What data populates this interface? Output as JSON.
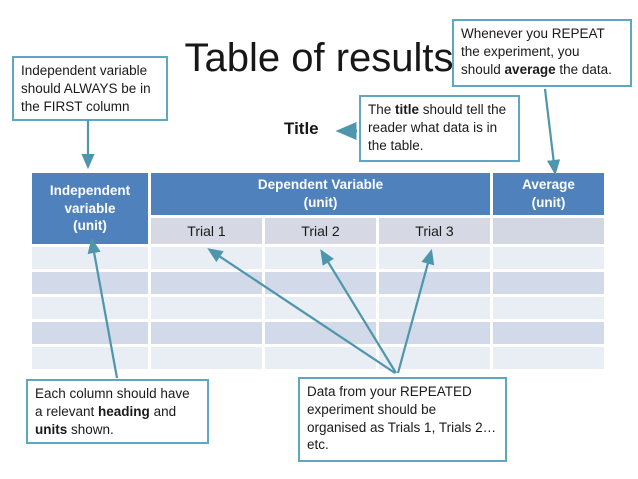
{
  "slide": {
    "title": "Table of results",
    "table_title_label": "Title"
  },
  "callouts": {
    "independent_first": {
      "text": "Independent variable should ALWAYS be in the FIRST column"
    },
    "repeat_average": {
      "pre": "Whenever you REPEAT the experiment, you should ",
      "bold": "average",
      "post": " the data."
    },
    "title_note": {
      "pre": "The ",
      "bold": "title",
      "post": " should tell the reader what data is in the table."
    },
    "heading_units": {
      "pre": "Each column should have a relevant ",
      "bold1": "heading",
      "mid": " and ",
      "bold2": "units",
      "post": " shown."
    },
    "repeated_trials": {
      "text": "Data from your REPEATED experiment should be organised as Trials 1, Trials 2… etc."
    }
  },
  "table": {
    "headers": {
      "independent": {
        "lines": [
          "Independent",
          "variable",
          "(unit)"
        ]
      },
      "dependent": {
        "lines": [
          "Dependent Variable",
          "(unit)"
        ]
      },
      "average": {
        "lines": [
          "Average",
          "(unit)"
        ]
      },
      "trials": [
        "Trial 1",
        "Trial 2",
        "Trial 3"
      ]
    },
    "body_rows": 5,
    "body_cells_empty": true
  },
  "colors": {
    "header_blue": "#4f81bd",
    "trial_row_gray": "#d6d9e3",
    "band_dark": "#d2d9e8",
    "band_light": "#e9edf4",
    "callout_border": "#5fa7bf",
    "arrow": "#4e96ad"
  }
}
